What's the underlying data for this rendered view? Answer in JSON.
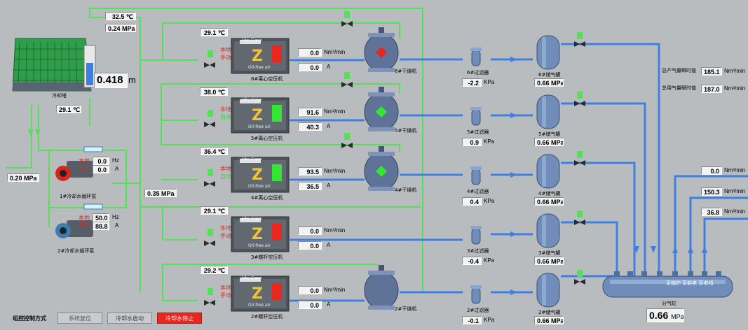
{
  "colors": {
    "background": "#b8bcbf",
    "water_pipe": "#55e05a",
    "air_pipe": "#3f7fe0",
    "alarm_red": "#e8271e",
    "running_green": "#32e632"
  },
  "cooling_tower": {
    "name": "冷却塔",
    "temp_top": "32.5 ℃",
    "pressure_top": "0.24 MPa",
    "level_value": "0.418",
    "level_unit": "m",
    "temp_bottom": "29.1 ℃"
  },
  "supply_pressure": "0.20 MPa",
  "header_pressure": "0.35 MPa",
  "pumps": [
    {
      "name": "1#冷却水循环泵",
      "mode1": "本地",
      "mode2": "手动",
      "freq": "0.0",
      "freq_unit": "Hz",
      "current": "0.0",
      "current_unit": "A"
    },
    {
      "name": "2#冷却水循环泵",
      "mode1": "本地",
      "mode2": "手动",
      "freq": "50.0",
      "freq_unit": "Hz",
      "current": "88.8",
      "current_unit": "A"
    }
  ],
  "compressors": [
    {
      "name": "6#离心空压机",
      "temp": "29.1 ℃",
      "mode1": "本地",
      "mode2": "手动",
      "flow": "0.0",
      "flow_unit": "Nm³/min",
      "current": "0.0",
      "current_unit": "A",
      "brand": "Atlas Copco",
      "model": "Oil-free air",
      "running": false
    },
    {
      "name": "5#离心空压机",
      "temp": "38.0 ℃",
      "mode1": "本地",
      "mode2": "自动",
      "flow": "91.6",
      "flow_unit": "Nm³/min",
      "current": "40.3",
      "current_unit": "A",
      "brand": "Atlas Copco",
      "model": "Oil-free air",
      "running": true
    },
    {
      "name": "4#离心空压机",
      "temp": "36.4 ℃",
      "mode1": "本地",
      "mode2": "自动",
      "flow": "93.5",
      "flow_unit": "Nm³/min",
      "current": "36.5",
      "current_unit": "A",
      "brand": "Atlas Copco",
      "model": "Oil-free air",
      "running": true
    },
    {
      "name": "3#螺杆空压机",
      "temp": "29.1 ℃",
      "mode1": "本地",
      "mode2": "手动",
      "flow": "0.0",
      "flow_unit": "Nm³/min",
      "current": "0.0",
      "current_unit": "A",
      "brand": "Atlas Copco",
      "model": "Oil-free air",
      "running": false
    },
    {
      "name": "2#螺杆空压机",
      "temp": "29.2 ℃",
      "mode1": "本地",
      "mode2": "手动",
      "flow": "0.0",
      "flow_unit": "Nm³/min",
      "current": "0.0",
      "current_unit": "A",
      "brand": "Atlas Copco",
      "model": "Oil-free air",
      "running": false
    }
  ],
  "dryers": [
    {
      "name": "6#干燥机",
      "running": false
    },
    {
      "name": "5#干燥机",
      "running": true
    },
    {
      "name": "4#干燥机",
      "running": true
    },
    {
      "name": "2#干燥机",
      "running": null
    }
  ],
  "filters": [
    {
      "name": "6#过滤器",
      "value": "-2.2",
      "unit": "KPa"
    },
    {
      "name": "5#过滤器",
      "value": "0.9",
      "unit": "KPa"
    },
    {
      "name": "4#过滤器",
      "value": "0.4",
      "unit": "KPa"
    },
    {
      "name": "3#过滤器",
      "value": "-0.4",
      "unit": "KPa"
    },
    {
      "name": "2#过滤器",
      "value": "-0.1",
      "unit": "KPa"
    }
  ],
  "tanks": [
    {
      "name": "6#储气罐",
      "pressure": "0.66 MPa"
    },
    {
      "name": "5#储气罐",
      "pressure": "0.66 MPa"
    },
    {
      "name": "4#储气罐",
      "pressure": "0.66 MPa"
    },
    {
      "name": "3#储气罐",
      "pressure": "0.66 MPa"
    },
    {
      "name": "2#储气罐",
      "pressure": "0.66 MPa"
    }
  ],
  "totals": {
    "production_label": "总产气量瞬时值",
    "production_value": "185.1",
    "consumption_label": "总用气量瞬时值",
    "consumption_value": "187.0",
    "unit": "Nm³/min"
  },
  "outlets": [
    {
      "value": "0.0",
      "unit": "Nm³/min"
    },
    {
      "value": "150.3",
      "unit": "Nm³/min"
    },
    {
      "value": "36.8",
      "unit": "Nm³/min"
    }
  ],
  "manifold": {
    "name": "分气缸",
    "branches_label": "至锅炉 至新老 至老线",
    "pressure_value": "0.66",
    "pressure_unit": "MPa"
  },
  "buttons": {
    "group_control": "组控控制方式",
    "system_reset": "系统复位",
    "cooling_start": "冷却水启动",
    "cooling_stop": "冷却水停止"
  }
}
